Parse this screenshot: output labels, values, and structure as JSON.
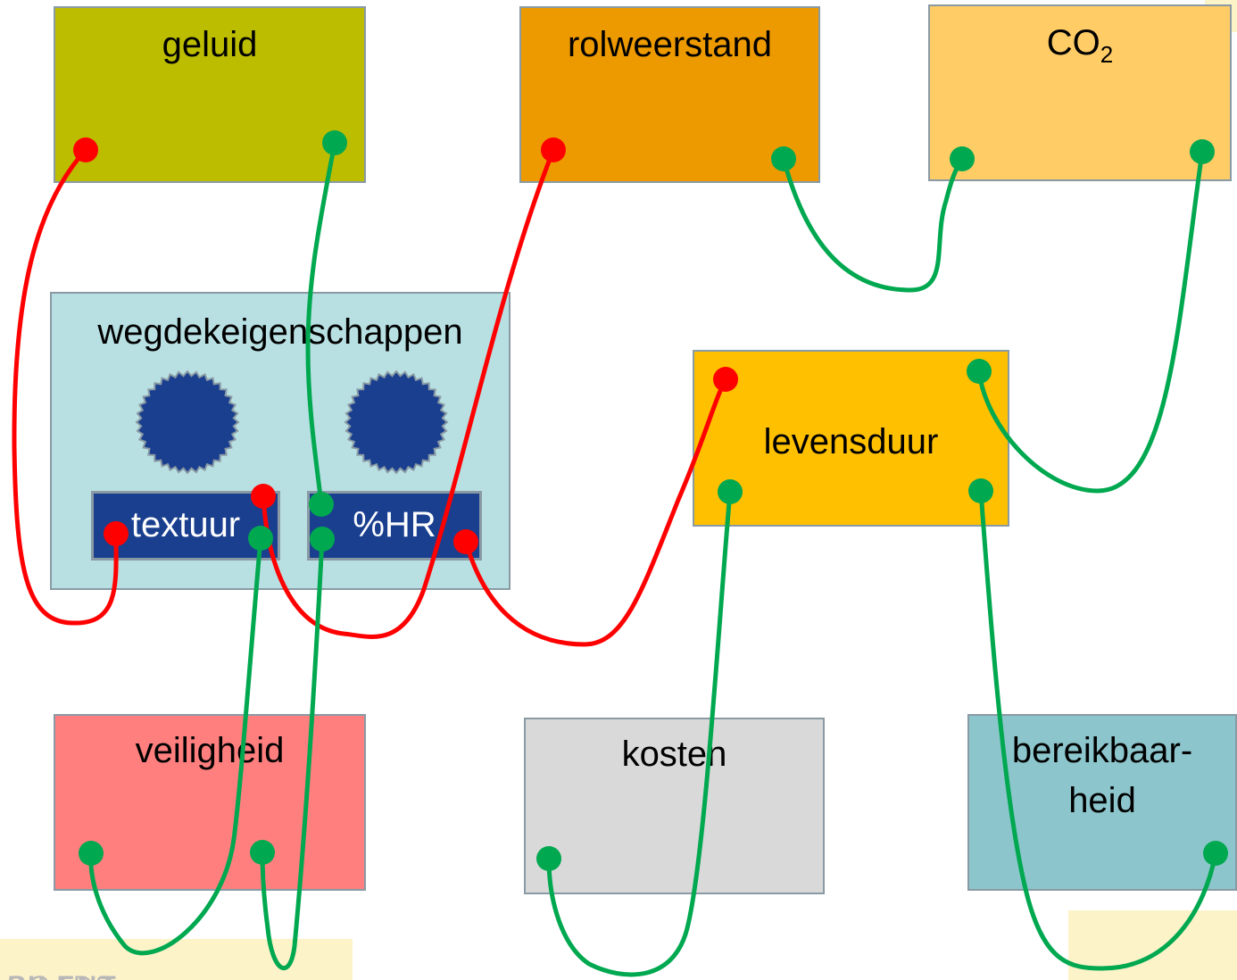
{
  "colors": {
    "red_wire": "#ff0000",
    "green_wire": "#00a850",
    "geluid": "#bdbd00",
    "rolweerstand": "#ed9a00",
    "co2": "#ffcc66",
    "wegdek": "#b8e0e3",
    "levensduur": "#ffc000",
    "veiligheid": "#ff7f7f",
    "kosten": "#d9d9d9",
    "bereikbaarheid": "#8cc6cc",
    "inner_blue": "#1a3f8f"
  },
  "boxes": {
    "geluid": "geluid",
    "rolweerstand": "rolweerstand",
    "co2_main": "CO",
    "co2_sub": "2",
    "wegdek": "wegdekeigenschappen",
    "textuur": "textuur",
    "hr": "%HR",
    "levensduur": "levensduur",
    "veiligheid": "veiligheid",
    "kosten": "kosten",
    "bereikbaarheid_1": "bereikbaar-",
    "bereikbaarheid_2": "heid"
  },
  "icons": [
    "seal-icon",
    "seal-icon"
  ],
  "watermark": {
    "part1": "SILENT",
    "part2": "ROADS"
  }
}
